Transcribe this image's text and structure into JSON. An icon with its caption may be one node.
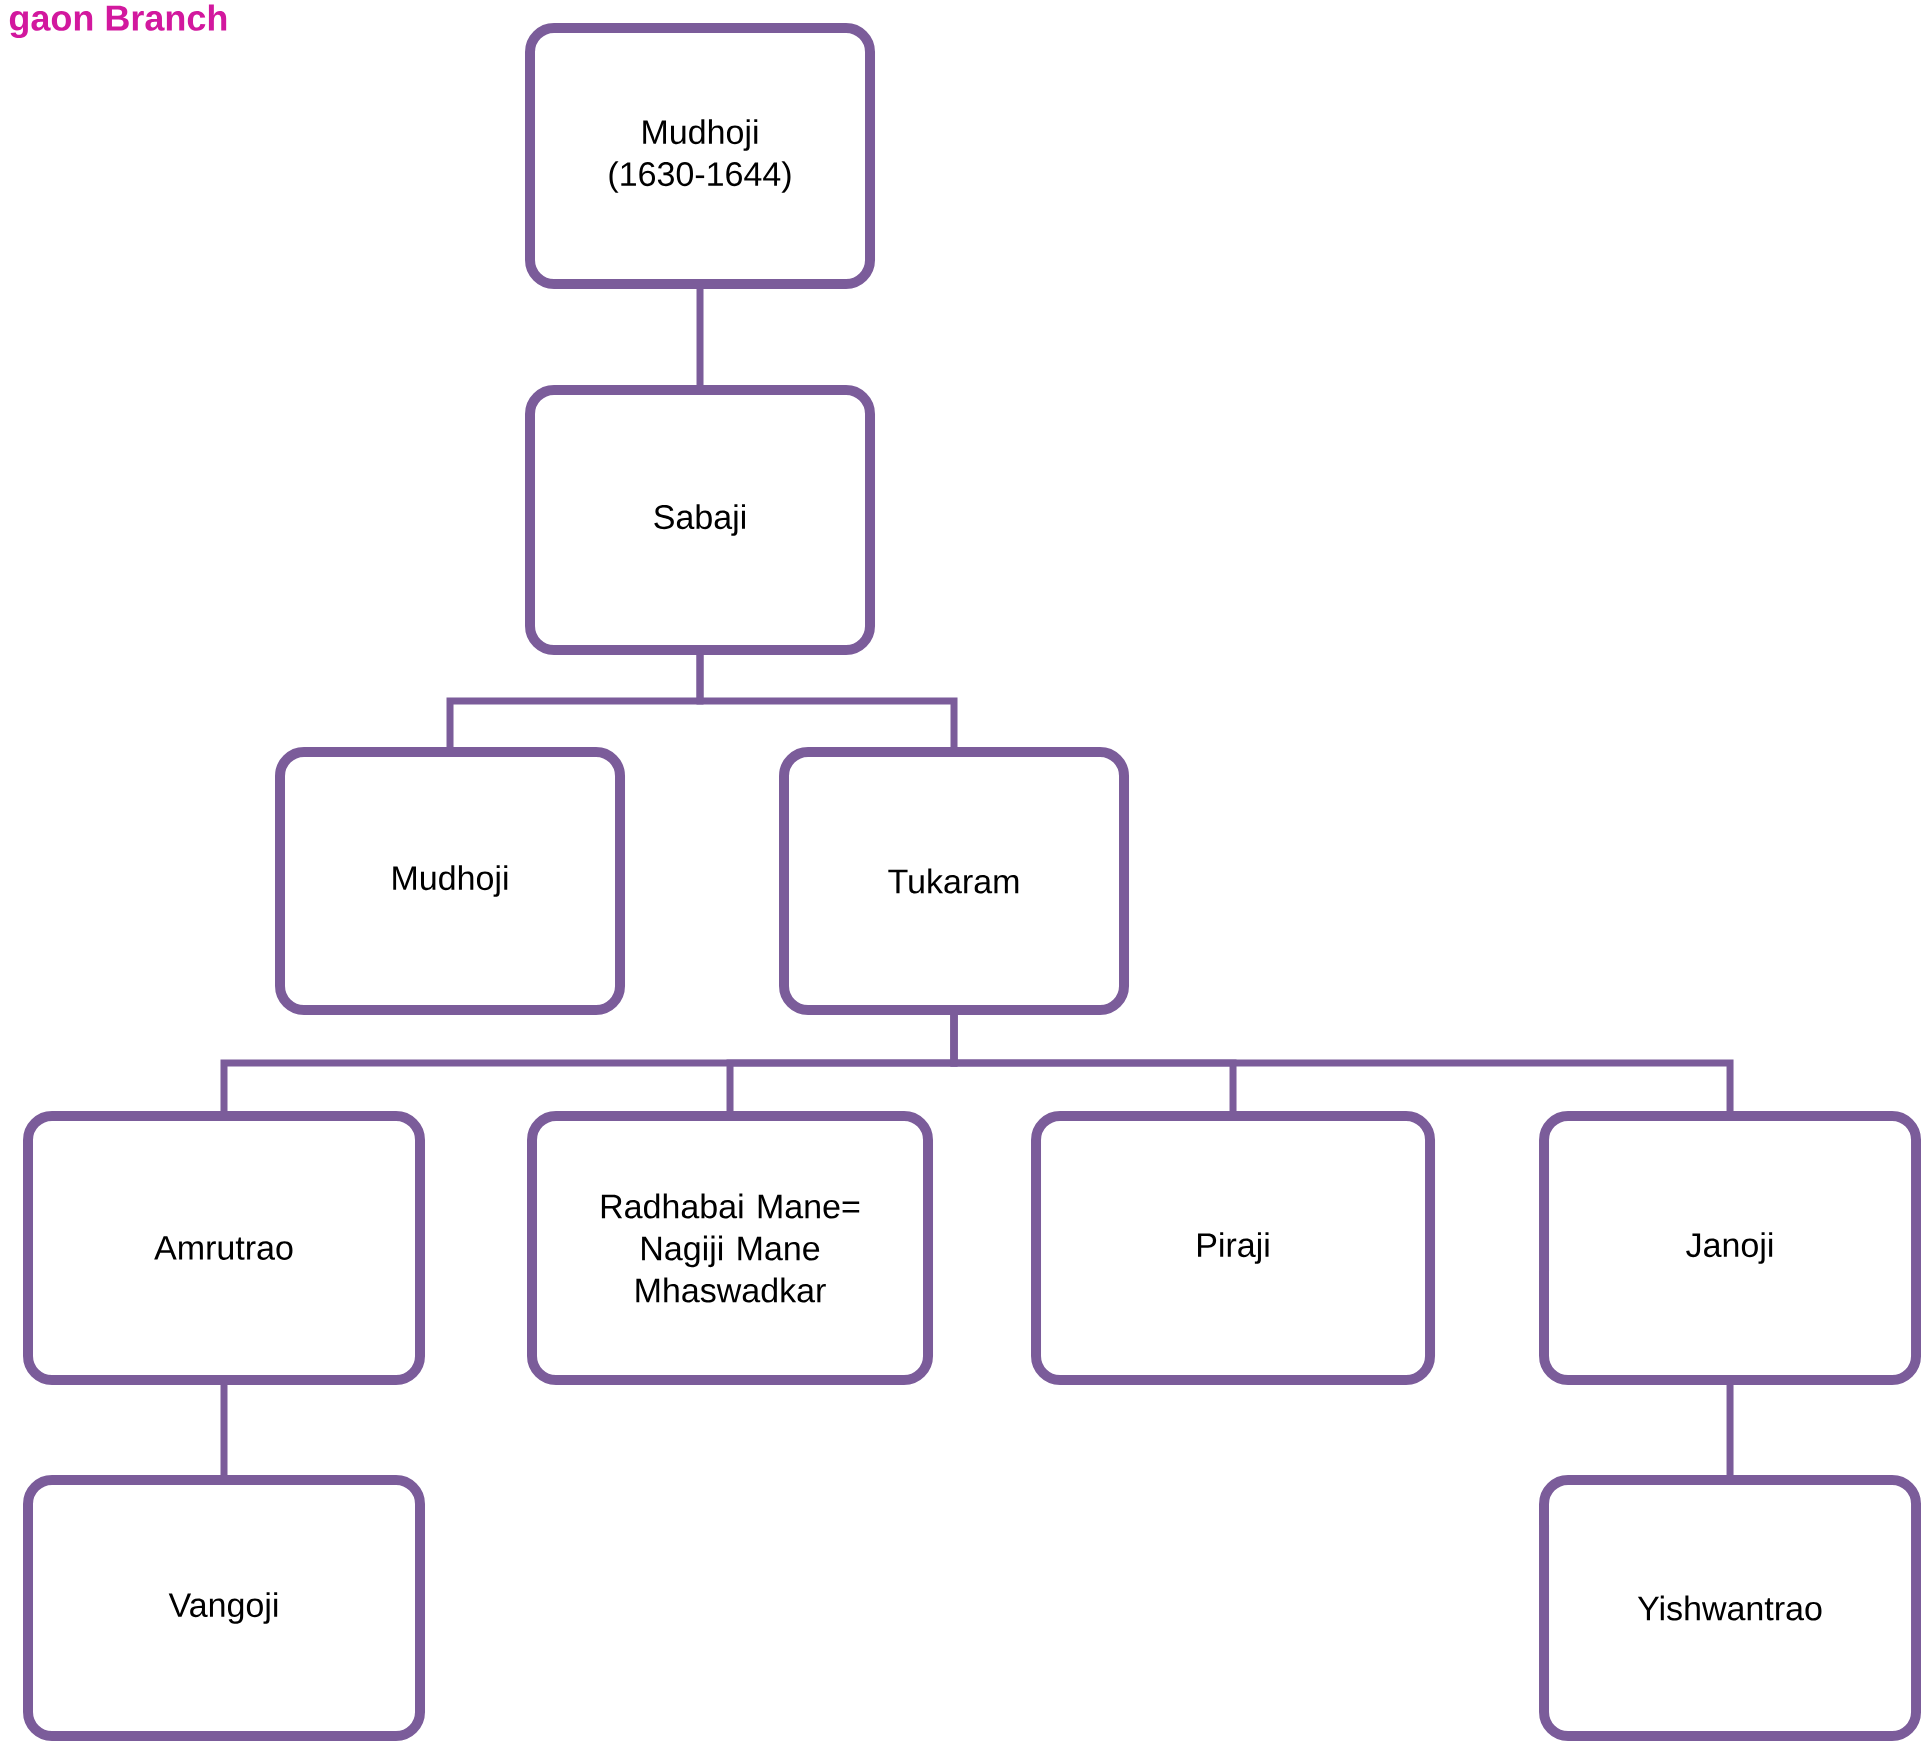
{
  "diagram": {
    "title": "gaon Branch",
    "nodes": [
      {
        "text": [
          "Mudhoji (1630-1644)"
        ]
      },
      {
        "text": [
          "Sabaji"
        ]
      },
      {
        "text": [
          "Mudhoji"
        ]
      },
      {
        "text": [
          "Tukaram"
        ]
      },
      {
        "text": [
          "Amrutrao"
        ]
      },
      {
        "text": [
          "Radhabai Mane= Nagiji Mane Mhaswadkar"
        ]
      },
      {
        "text": [
          "Piraji"
        ]
      },
      {
        "text": [
          "Janoji"
        ]
      },
      {
        "text": [
          "Vangoji"
        ]
      },
      {
        "text": [
          "Yishwantrao"
        ]
      }
    ],
    "edges": [
      {
        "from": 0,
        "to": 1,
        "arrow": "none"
      },
      {
        "from": 1,
        "to": 2,
        "arrow": "none"
      },
      {
        "from": 1,
        "to": 3,
        "arrow": "none"
      },
      {
        "from": 3,
        "to": 4,
        "arrow": "none"
      },
      {
        "from": 3,
        "to": 5,
        "arrow": "none"
      },
      {
        "from": 3,
        "to": 6,
        "arrow": "none"
      },
      {
        "from": 3,
        "to": 7,
        "arrow": "none"
      },
      {
        "from": 4,
        "to": 8,
        "arrow": "none"
      },
      {
        "from": 7,
        "to": 9,
        "arrow": "none"
      }
    ]
  }
}
